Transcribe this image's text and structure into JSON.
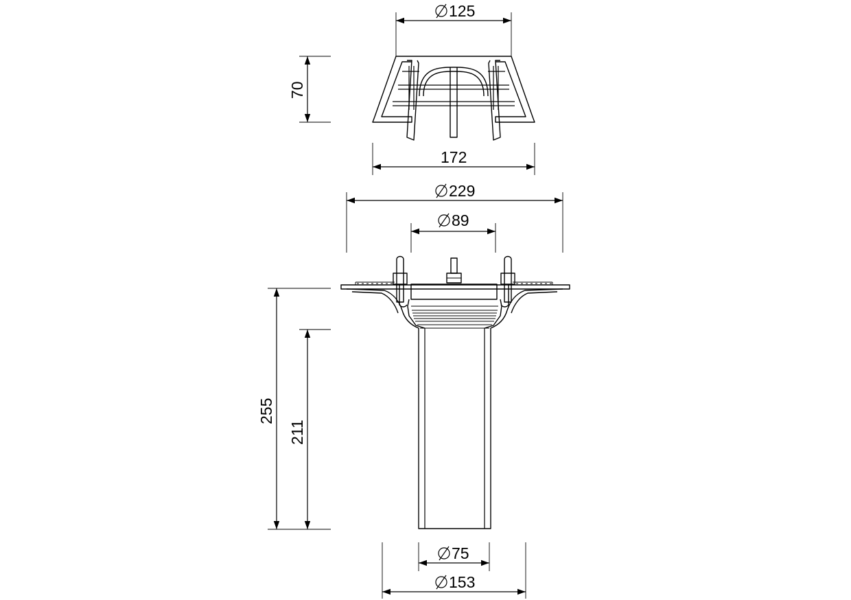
{
  "dimensions": {
    "grate_top_diameter": "125",
    "grate_height": "70",
    "grate_base_width": "172",
    "flange_diameter": "229",
    "clamp_diameter": "89",
    "total_height": "255",
    "outlet_height": "211",
    "outlet_inner_diameter": "75",
    "outlet_outer_diameter": "153"
  },
  "symbols": {
    "diameter": "∅"
  }
}
